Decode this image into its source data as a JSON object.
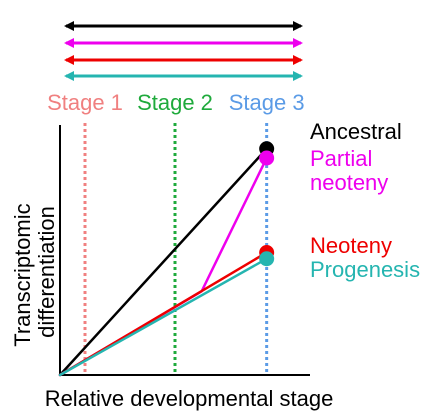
{
  "chart_data": {
    "type": "line",
    "title": "",
    "xlabel": "Relative developmental stage",
    "ylabel": "Transcriptomic differentiation",
    "ylabel_lines": [
      "Transcriptomic",
      "differentiation"
    ],
    "xlim": [
      0,
      3
    ],
    "ylim": [
      0,
      1
    ],
    "stages": [
      {
        "name": "Stage 1",
        "x": 0.3,
        "color": "#F08080"
      },
      {
        "name": "Stage 2",
        "x": 1.38,
        "color": "#1FAA3C"
      },
      {
        "name": "Stage 3",
        "x": 2.48,
        "color": "#5B9BE6"
      }
    ],
    "series": [
      {
        "name": "Ancestral",
        "label_lines": [
          "Ancestral"
        ],
        "color": "#000000",
        "points": [
          [
            0,
            0
          ],
          [
            2.48,
            0.905
          ]
        ],
        "arrow_tier": 1
      },
      {
        "name": "Partial neoteny",
        "label_lines": [
          "Partial",
          "neoteny"
        ],
        "color": "#EE00EE",
        "points": [
          [
            0,
            0
          ],
          [
            1.7,
            0.335
          ],
          [
            2.48,
            0.868
          ]
        ],
        "arrow_tier": 2
      },
      {
        "name": "Neoteny",
        "label_lines": [
          "Neoteny"
        ],
        "color": "#EE0000",
        "points": [
          [
            0,
            0
          ],
          [
            2.48,
            0.49
          ]
        ],
        "arrow_tier": 3
      },
      {
        "name": "Progenesis",
        "label_lines": [
          "Progenesis"
        ],
        "color": "#25B5B0",
        "points": [
          [
            0,
            0
          ],
          [
            2.48,
            0.465
          ]
        ],
        "arrow_tier": 4
      }
    ],
    "grid": false,
    "legend": "right"
  }
}
